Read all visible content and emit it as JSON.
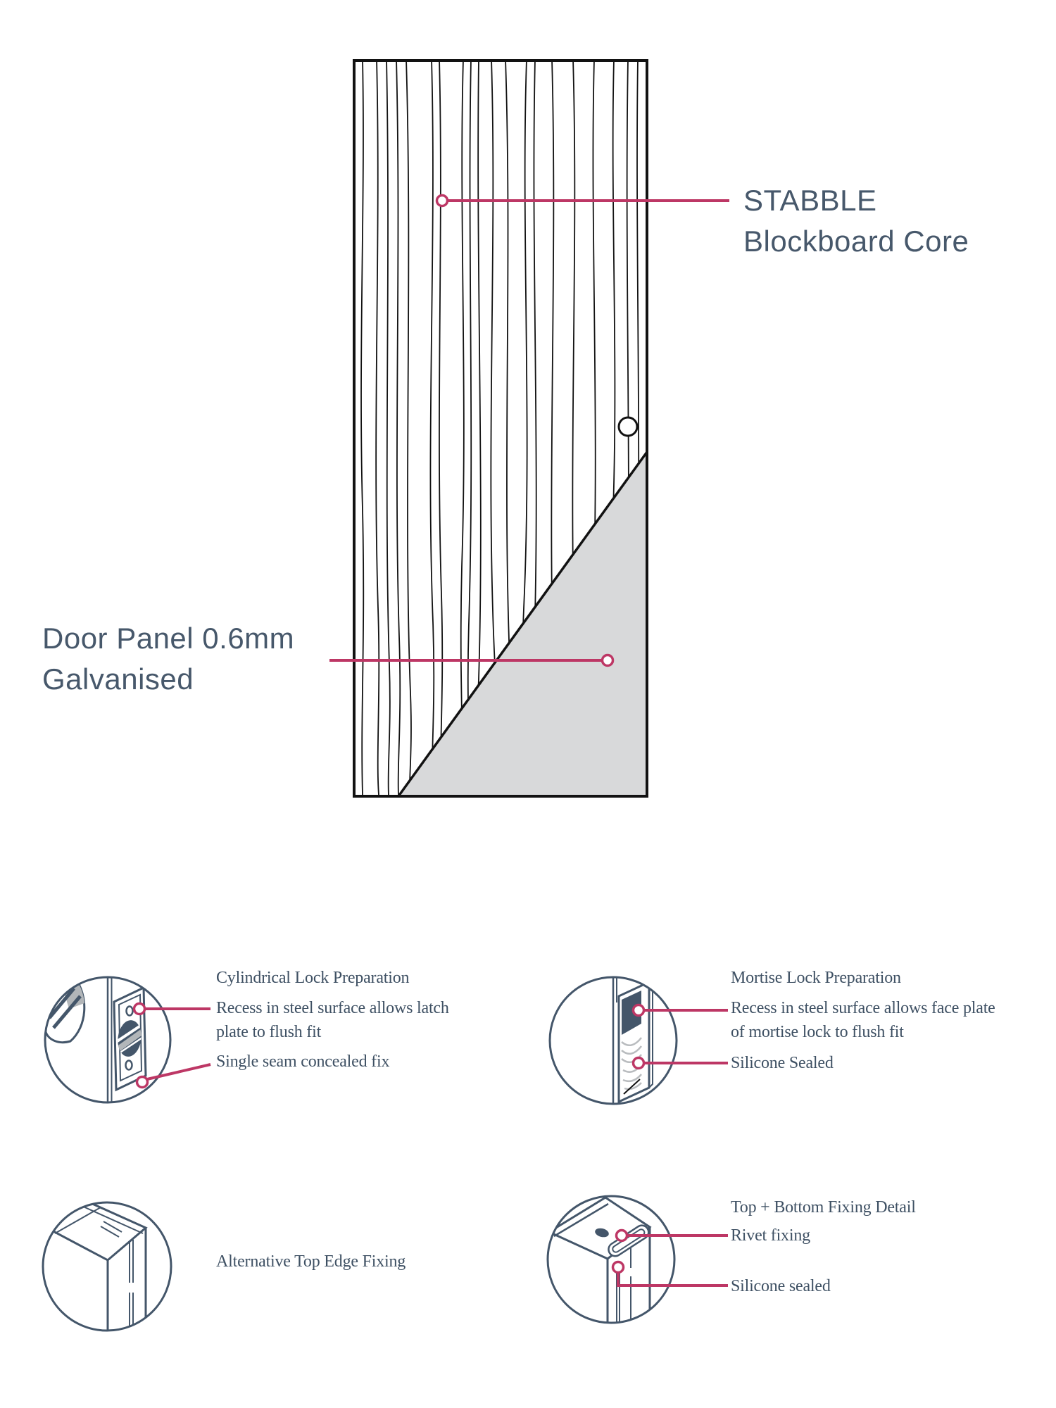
{
  "colors": {
    "accent": "#bd3765",
    "slate": "#44566a",
    "sans_text": "#47586b",
    "serif_text": "#3e5063",
    "ink": "#121212",
    "panel_gray": "#d8d9da",
    "grain_gray": "#b9bcbf",
    "stripe_gray": "#b2b6b9"
  },
  "main": {
    "core_label": {
      "line1": "STABBLE",
      "line2": "Blockboard Core"
    },
    "panel_label": {
      "line1": "Door Panel 0.6mm",
      "line2": "Galvanised"
    }
  },
  "details": {
    "cylindrical": {
      "title": "Cylindrical Lock Preparation",
      "callout1_line1": "Recess in steel surface allows latch",
      "callout1_line2": "plate to flush fit",
      "callout2": "Single seam concealed fix"
    },
    "mortise": {
      "title": "Mortise Lock Preparation",
      "callout1_line1": "Recess in steel surface allows face plate",
      "callout1_line2": "of mortise lock to flush fit",
      "callout2": "Silicone Sealed"
    },
    "top_edge": {
      "label": "Alternative Top Edge Fixing"
    },
    "fixing": {
      "title": "Top + Bottom Fixing Detail",
      "callout1": "Rivet fixing",
      "callout2": "Silicone sealed"
    }
  }
}
